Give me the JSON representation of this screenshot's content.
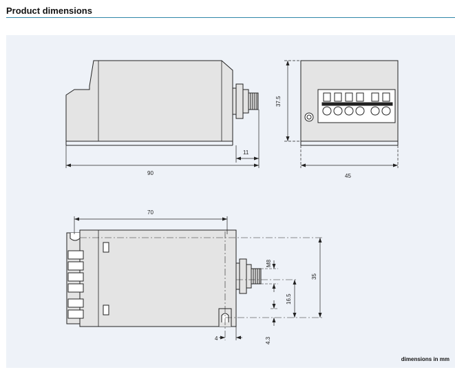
{
  "header": {
    "title": "Product dimensions"
  },
  "footnote": "dimensions in mm",
  "dimensions": {
    "side_length": "90",
    "side_connector": "11",
    "front_height": "37.5",
    "front_width": "45",
    "top_length": "70",
    "thread": "M8",
    "height_total": "35",
    "offset_16": "16.5",
    "offset_4_3": "4.3",
    "offset_4": "4"
  },
  "colors": {
    "accent_rule": "#2f86a8",
    "panel_bg": "#eef2f8",
    "body_fill": "#e4e4e4",
    "line": "#222222"
  }
}
